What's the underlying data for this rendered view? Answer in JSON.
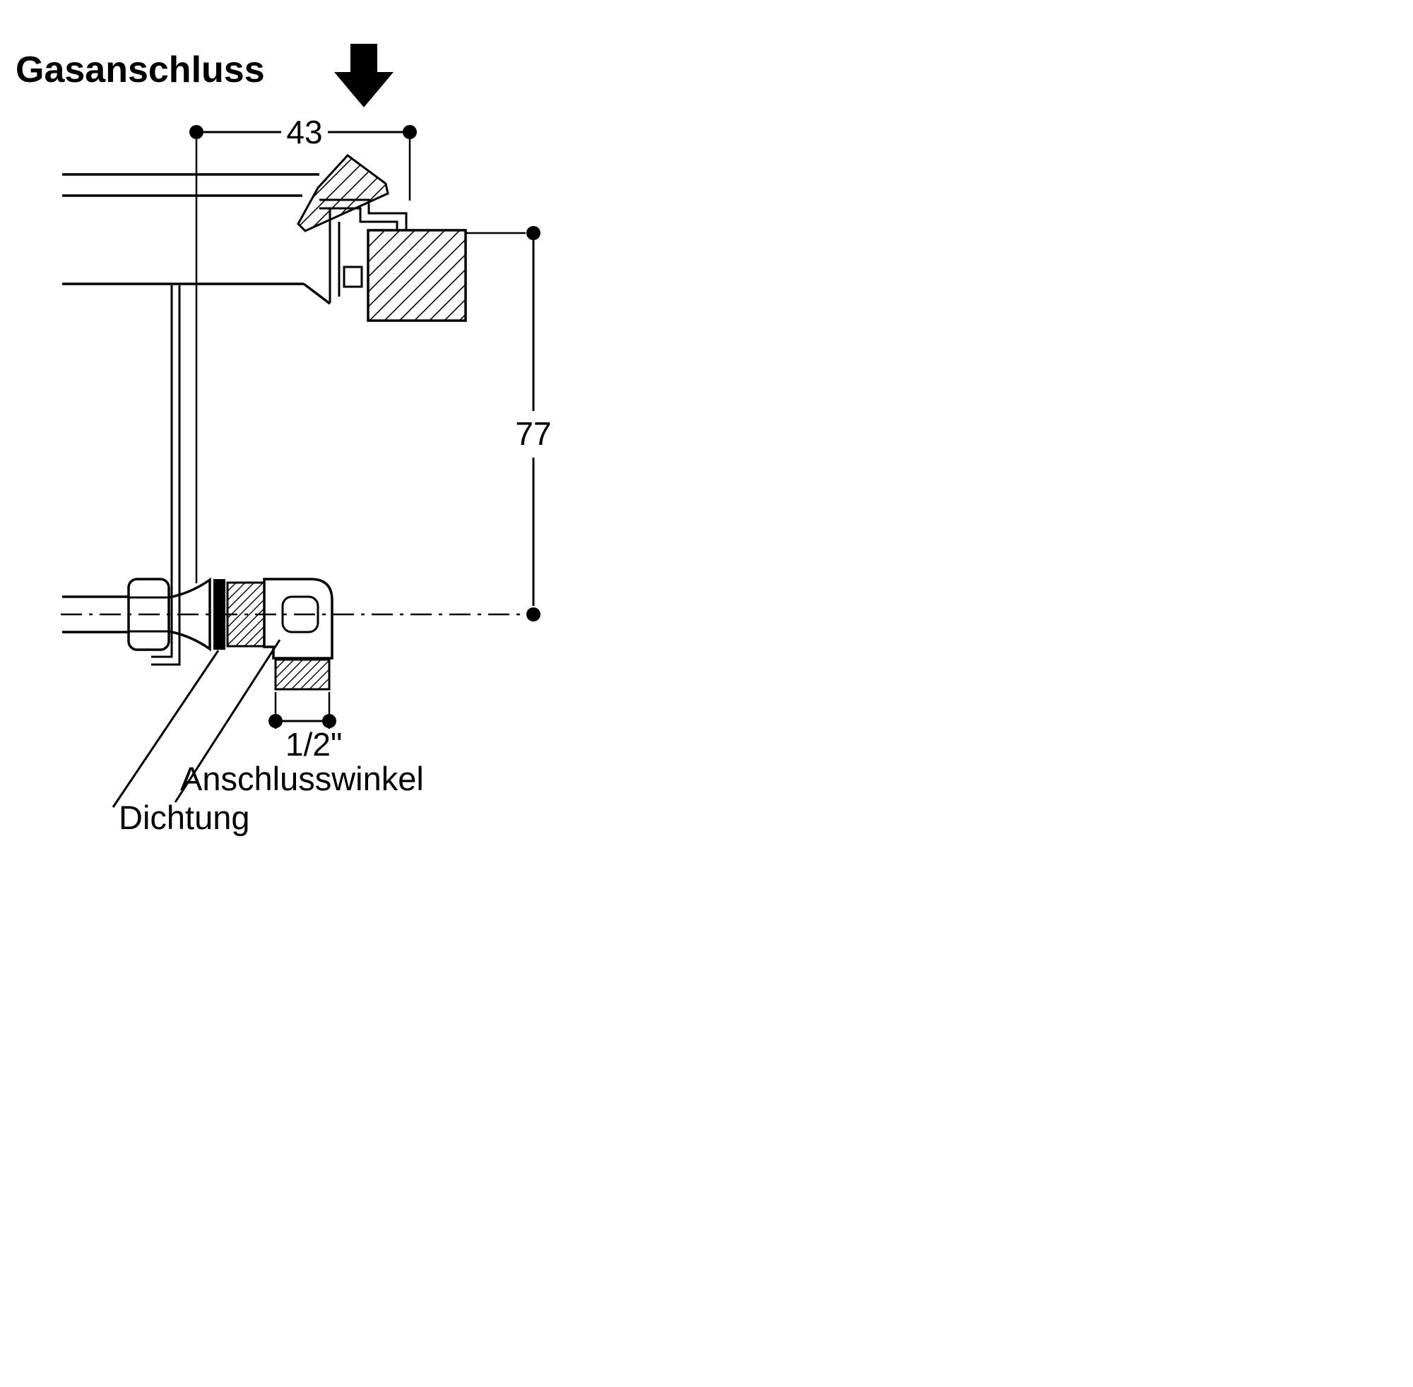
{
  "title": "Gasanschluss",
  "dimensions": {
    "top_width": "43",
    "right_height": "77",
    "thread_size": "1/2\""
  },
  "labels": {
    "connection_elbow": "Anschlusswinkel",
    "seal": "Dichtung"
  },
  "icons": {
    "insertion_direction": "down-arrow"
  },
  "colors": {
    "line": "#000000",
    "background": "#ffffff"
  }
}
